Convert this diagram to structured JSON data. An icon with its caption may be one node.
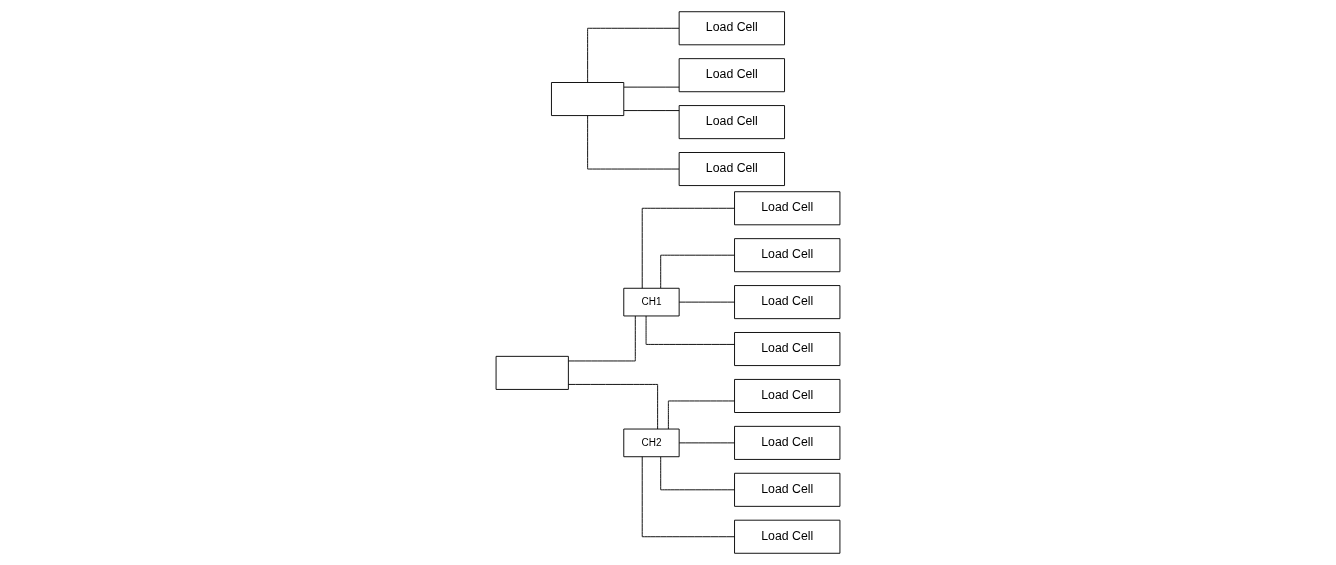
{
  "diagram": {
    "nodes": [
      {
        "text": [],
        "shape": "box"
      },
      {
        "text": [
          "Load Cell"
        ]
      },
      {
        "text": [
          "Load Cell"
        ]
      },
      {
        "text": [
          "Load Cell"
        ]
      },
      {
        "text": [
          "Load Cell"
        ]
      },
      {
        "text": [],
        "shape": "box"
      },
      {
        "text": [
          "CH1"
        ]
      },
      {
        "text": [
          "CH2"
        ]
      },
      {
        "text": [
          "Load Cell"
        ]
      },
      {
        "text": [
          "Load Cell"
        ]
      },
      {
        "text": [
          "Load Cell"
        ]
      },
      {
        "text": [
          "Load Cell"
        ]
      },
      {
        "text": [
          "Load Cell"
        ]
      },
      {
        "text": [
          "Load Cell"
        ]
      },
      {
        "text": [
          "Load Cell"
        ]
      },
      {
        "text": [
          "Load Cell"
        ]
      }
    ],
    "edges": [
      {
        "from": 0,
        "to": 1,
        "arrow": "none"
      },
      {
        "from": 0,
        "to": 2,
        "arrow": "none"
      },
      {
        "from": 0,
        "to": 3,
        "arrow": "none"
      },
      {
        "from": 0,
        "to": 4,
        "arrow": "none"
      },
      {
        "from": 5,
        "to": 6,
        "arrow": "none"
      },
      {
        "from": 5,
        "to": 7,
        "arrow": "none"
      },
      {
        "from": 6,
        "to": 8,
        "arrow": "none"
      },
      {
        "from": 6,
        "to": 9,
        "arrow": "none"
      },
      {
        "from": 6,
        "to": 10,
        "arrow": "none"
      },
      {
        "from": 6,
        "to": 11,
        "arrow": "none"
      },
      {
        "from": 7,
        "to": 12,
        "arrow": "none"
      },
      {
        "from": 7,
        "to": 13,
        "arrow": "none"
      },
      {
        "from": 7,
        "to": 14,
        "arrow": "none"
      },
      {
        "from": 7,
        "to": 15,
        "arrow": "none"
      }
    ]
  }
}
